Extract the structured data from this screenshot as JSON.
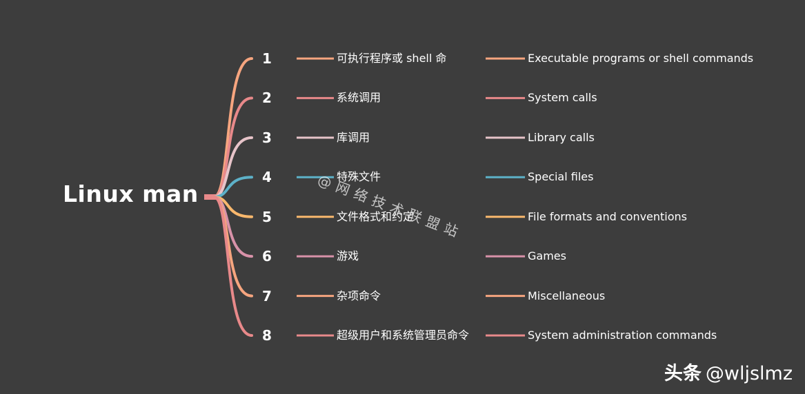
{
  "root": {
    "label": "Linux man"
  },
  "items": [
    {
      "num": "1",
      "zh": "可执行程序或 shell 命",
      "en": "Executable programs or shell commands",
      "color": "#f6a57f"
    },
    {
      "num": "2",
      "zh": "系统调用",
      "en": "System calls",
      "color": "#e8898a"
    },
    {
      "num": "3",
      "zh": "库调用",
      "en": "Library calls",
      "color": "#e7c4c9"
    },
    {
      "num": "4",
      "zh": "特殊文件",
      "en": "Special files",
      "color": "#5db1c8"
    },
    {
      "num": "5",
      "zh": "文件格式和约定",
      "en": "File formats and conventions",
      "color": "#f9b86d"
    },
    {
      "num": "6",
      "zh": "游戏",
      "en": "Games",
      "color": "#d892a9"
    },
    {
      "num": "7",
      "zh": "杂项命令",
      "en": "Miscellaneous",
      "color": "#f6a57f"
    },
    {
      "num": "8",
      "zh": "超级用户和系统管理员命令",
      "en": "System administration commands",
      "color": "#e8898a"
    }
  ],
  "watermark": {
    "text": "@网络技术联盟站"
  },
  "footer": {
    "brand": "头条",
    "handle": "@wljslmz"
  },
  "colors": {
    "background": "#3d3d3d",
    "root_bar": "#e8898a"
  }
}
